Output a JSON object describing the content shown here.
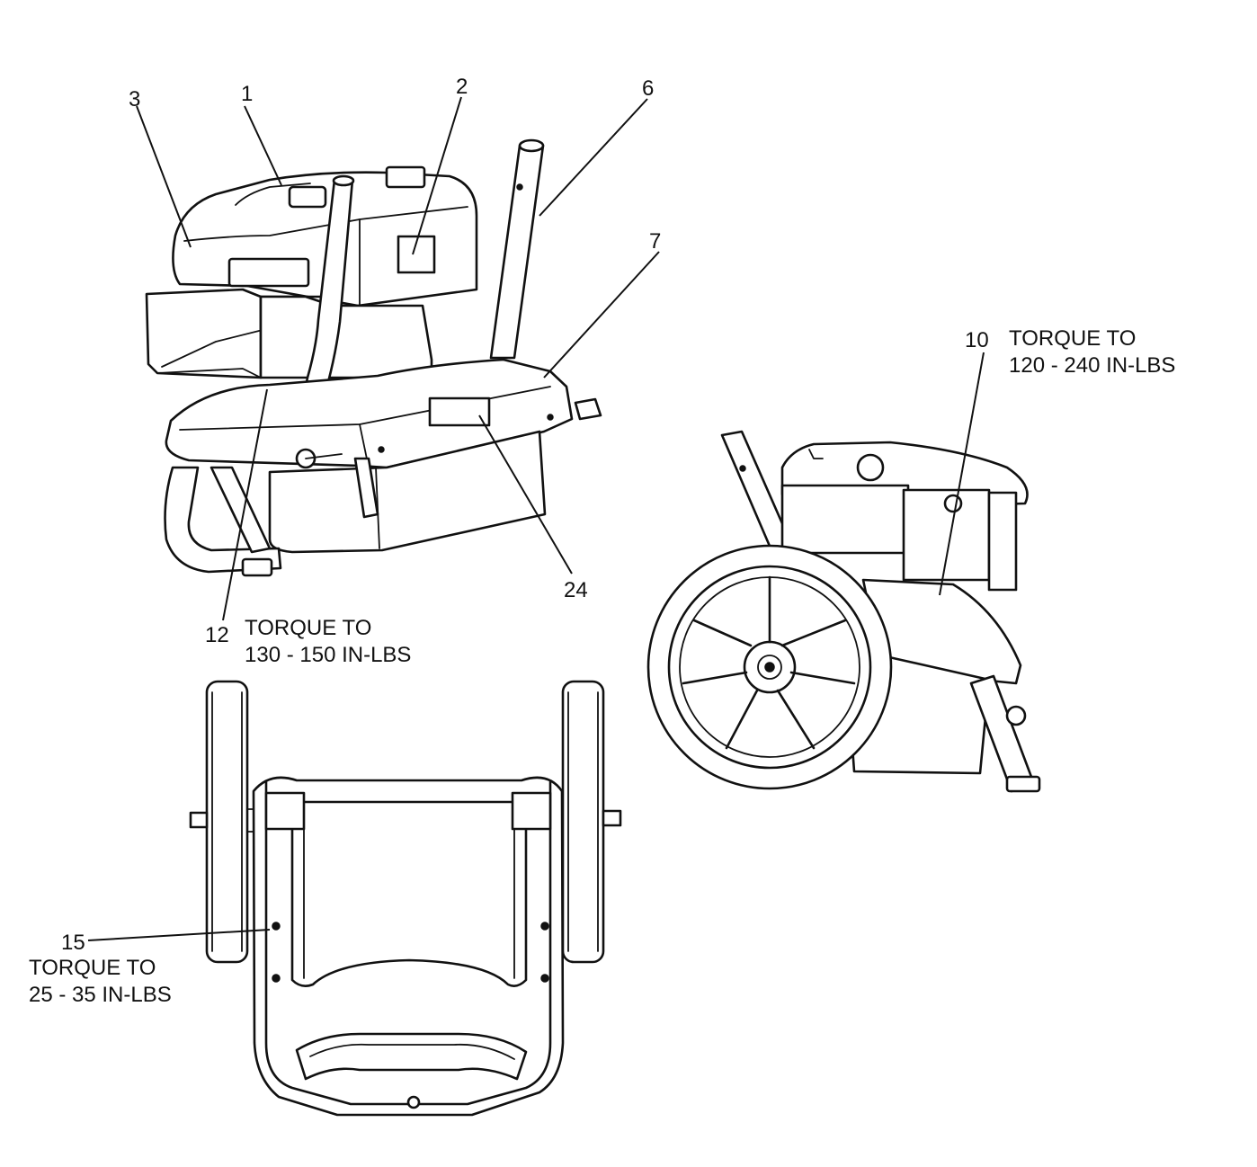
{
  "callouts": {
    "c1": "1",
    "c2": "2",
    "c3": "3",
    "c6": "6",
    "c7": "7",
    "c10": "10",
    "c12": "12",
    "c15": "15",
    "c24": "24"
  },
  "torque_notes": {
    "t10_line1": "TORQUE TO",
    "t10_line2": "120 - 240 IN-LBS",
    "t12_line1": "TORQUE TO",
    "t12_line2": "130 - 150 IN-LBS",
    "t15_line1": "TORQUE TO",
    "t15_line2": "25 - 35 IN-LBS"
  }
}
